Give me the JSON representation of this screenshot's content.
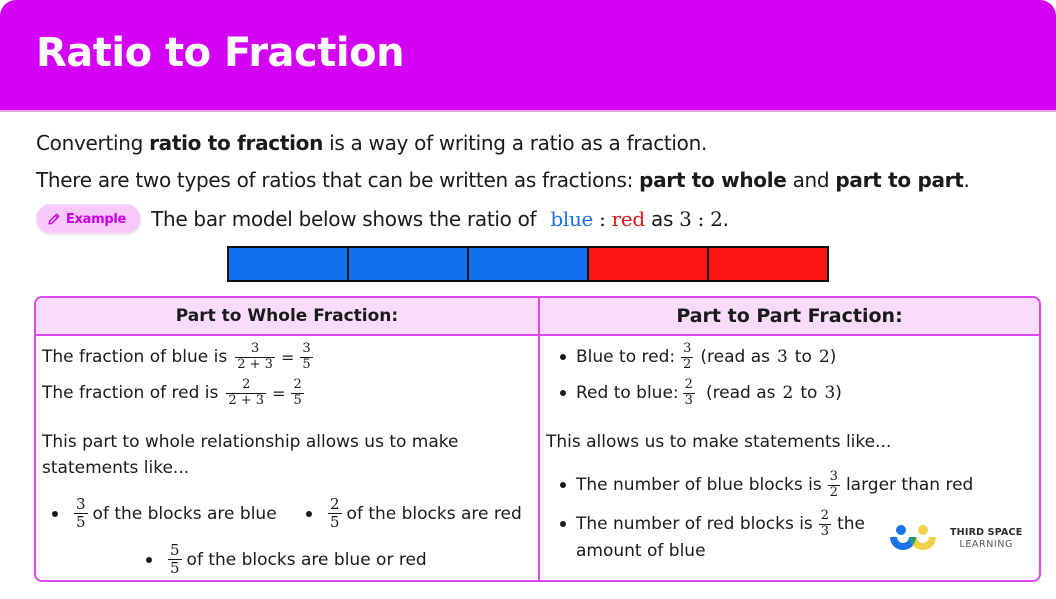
{
  "header": {
    "title": "Ratio to Fraction",
    "color": "#d400f5"
  },
  "intro": {
    "line1": {
      "pre": "Converting ",
      "bold": "ratio to fraction",
      "post": " is a way of writing a ratio as a fraction."
    },
    "line2": {
      "pre": "There are two types of ratios that can be written as fractions: ",
      "bold1": "part to whole",
      "mid": " and ",
      "bold2": "part to part",
      "post": "."
    },
    "line3": {
      "badge_label": "Example",
      "badge_icon": "pencil-icon",
      "text": "The bar model below shows the ratio of ",
      "blue_word": "blue",
      "colon": " : ",
      "red_word": "red",
      "as": " as ",
      "ratio": "3 : 2",
      "end": "."
    }
  },
  "bar_model": {
    "blocks": [
      {
        "color": "#1070ee"
      },
      {
        "color": "#1070ee"
      },
      {
        "color": "#1070ee"
      },
      {
        "color": "#fc1515"
      },
      {
        "color": "#fc1515"
      }
    ]
  },
  "table": {
    "border_color": "#dd46f0",
    "header_bg": "#f9dcfc",
    "left": {
      "heading": "Part to Whole Fraction:",
      "blue_line": {
        "text": "The fraction of blue is",
        "f1_num": "3",
        "f1_den": "2 + 3",
        "eq": "=",
        "f2_num": "3",
        "f2_den": "5"
      },
      "red_line": {
        "text": "The fraction of red is",
        "f1_num": "2",
        "f1_den": "2 + 3",
        "eq": "=",
        "f2_num": "2",
        "f2_den": "5"
      },
      "paragraph": "This part to whole relationship allows us to make statements like...",
      "bullets": [
        {
          "num": "3",
          "den": "5",
          "text": "of the blocks are blue"
        },
        {
          "num": "2",
          "den": "5",
          "text": "of the blocks are red"
        },
        {
          "num": "5",
          "den": "5",
          "text": "of the blocks are blue or red"
        }
      ]
    },
    "right": {
      "heading": "Part to Part Fraction:",
      "bullets_top": [
        {
          "label": "Blue to red:",
          "num": "3",
          "den": "2",
          "read_pre": "(read as",
          "a": "3",
          "to": "to",
          "b": "2",
          "read_post": ")"
        },
        {
          "label": "Red to blue:",
          "num": "2",
          "den": "3",
          "read_pre": "(read as",
          "a": "2",
          "to": "to",
          "b": "3",
          "read_post": ")"
        }
      ],
      "paragraph": "This allows us to make statements like...",
      "bullets_bottom": [
        {
          "pre": "The number of blue blocks is",
          "num": "3",
          "den": "2",
          "post": "larger than red"
        },
        {
          "pre": "The number of red blocks is",
          "num": "2",
          "den": "3",
          "post": "the",
          "line2": "amount of blue"
        }
      ]
    }
  },
  "logo": {
    "line1": "THIRD SPACE",
    "line2": "LEARNING",
    "icon": "third-space-learning-logo-icon"
  }
}
